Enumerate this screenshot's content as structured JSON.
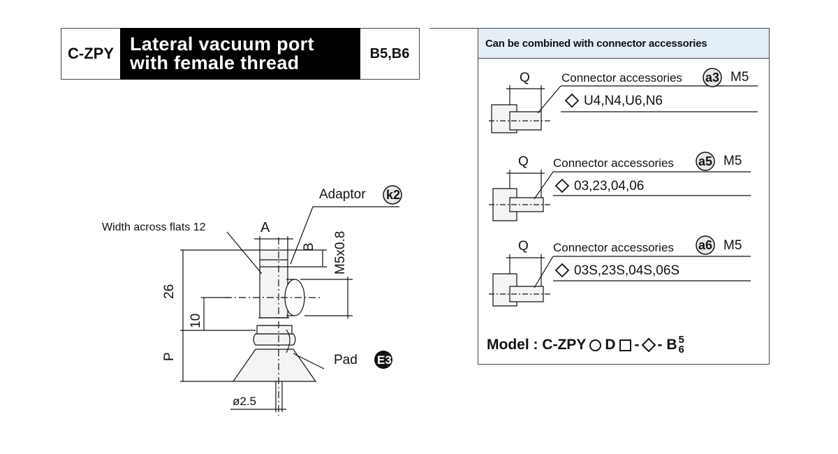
{
  "header": {
    "code": "C-ZPY",
    "name_line1": "Lateral vacuum port",
    "name_line2": "with female thread",
    "pad_options": "B5,B6"
  },
  "panel": {
    "heading": "Can be combined with connector accessories",
    "accessories": [
      {
        "dim": "Q",
        "label": "Connector accessories",
        "code": "a3",
        "thread": "M5",
        "options": "U4,N4,U6,N6"
      },
      {
        "dim": "Q",
        "label": "Connector accessories",
        "code": "a5",
        "thread": "M5",
        "options": "03,23,04,06"
      },
      {
        "dim": "Q",
        "label": "Connector accessories",
        "code": "a6",
        "thread": "M5",
        "options": "03S,23S,04S,06S"
      }
    ],
    "model": {
      "prefix": "Model : C-ZPY",
      "d": "D",
      "dash1": "-",
      "dash2": "- B",
      "sup": "5",
      "sub": "6"
    }
  },
  "drawing": {
    "adaptor_label": "Adaptor",
    "adaptor_code": "k2",
    "width_label": "Width across flats 12",
    "dim_a": "A",
    "dim_b": "B",
    "thread": "M5x0.8",
    "dim_26": "26",
    "dim_10": "10",
    "dim_p": "P",
    "pad_label": "Pad",
    "pad_code": "E3",
    "diameter": "ø2.5"
  }
}
